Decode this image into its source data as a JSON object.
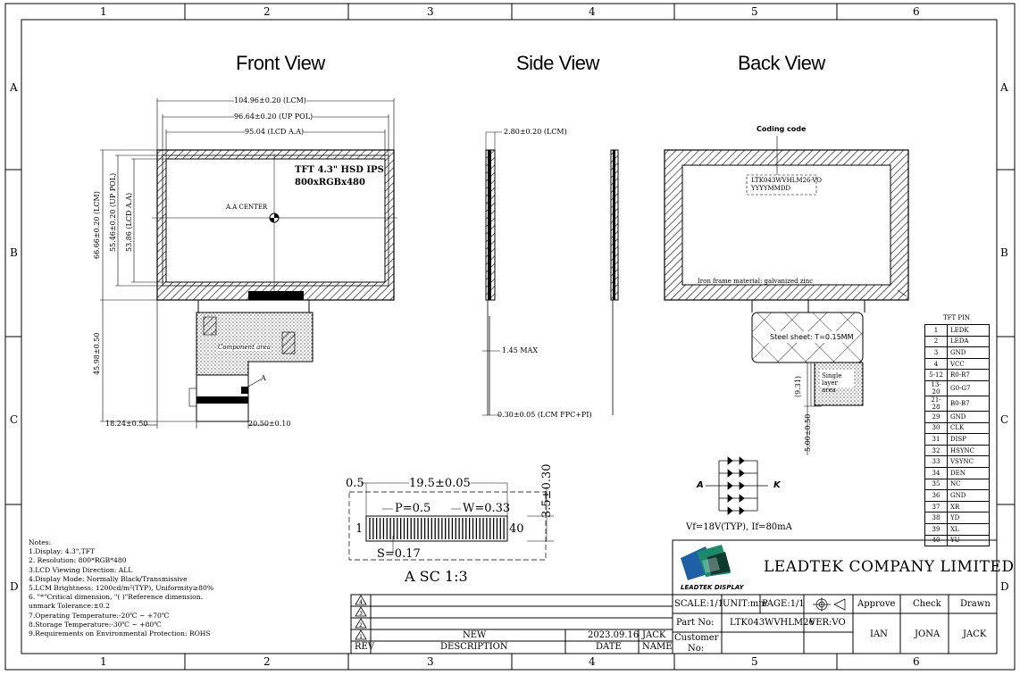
{
  "border": {
    "columns": [
      "1",
      "2",
      "3",
      "4",
      "5",
      "6"
    ],
    "rows": [
      "A",
      "B",
      "C",
      "D"
    ]
  },
  "views": {
    "front": "Front View",
    "side": "Side View",
    "back": "Back View"
  },
  "front": {
    "dim_lcm_w": "104.96±0.20 (LCM)",
    "dim_pol_w": "96.64±0.20 (UP POL)",
    "dim_aa_w": "95.04 (LCD A.A)",
    "dim_lcm_h": "66.66±0.20 (LCM)",
    "dim_pol_h": "55.46±0.20 (UP POL)",
    "dim_aa_h": "53.86 (LCD A.A)",
    "dim_total_h": "45.98±0.50",
    "dim_left": "18.24±0.50",
    "dim_right": "20.50±0.10",
    "product_line1": "TFT 4.3\" HSD IPS",
    "product_line2": "800xRGBx480",
    "aa_center": "A.A CENTER",
    "component_area": "Component area",
    "callout_a": "A"
  },
  "side": {
    "dim_thickness": "2.80±0.20 (LCM)",
    "dim_max": "1.45 MAX",
    "dim_fpc": "0.30±0.05 (LCM FPC+PI)"
  },
  "back": {
    "coding_code": "Coding code",
    "code_line1": "LTK043WVHLM26-VO",
    "code_line2": "YYYYMMDD",
    "iron_frame": "Iron frame material: galvanized zinc",
    "steel_sheet": "Steel sheet: T=0.15MM",
    "single_layer": "Single layer area",
    "dim_931": "(9.31)",
    "dim_500": "5.00±0.50"
  },
  "led": {
    "anode": "A",
    "cathode": "K",
    "spec": "Vf=18V(TYP), If=80mA"
  },
  "detail": {
    "dim_05": "0.5",
    "dim_195": "19.5±0.05",
    "dim_35": "3.5±0.30",
    "pitch": "P=0.5",
    "width": "W=0.33",
    "space": "S=0.17",
    "pin1": "1",
    "pin40": "40",
    "caption": "A SC 1:3"
  },
  "notes": [
    "Notes:",
    "1.Display: 4.3\",TFT",
    "2. Resolution: 800*RGB*480",
    "3.LCD Viewing Direction: ALL",
    "4.Display Mode: Normally Black/Transmissive",
    "5.LCM Brightness: 1200cd/m²(TYP), Uniformity≥80%",
    "6. \"*\"Critical dimension, \"( )\"Reference dimension.",
    "   unmark Tolerance:±0.2",
    "7.Operating Temperature:-20℃ ~ +70℃",
    "8.Storage Temperature:-30℃ ~ +80℃",
    "9.Requirements on Environmental Protection: ROHS"
  ],
  "pin_table": {
    "title": "TFT PIN",
    "rows": [
      [
        "1",
        "LEDK"
      ],
      [
        "2",
        "LEDA"
      ],
      [
        "3",
        "GND"
      ],
      [
        "4",
        "VCC"
      ],
      [
        "5-12",
        "R0-R7"
      ],
      [
        "13-20",
        "G0-G7"
      ],
      [
        "21-28",
        "B0-B7"
      ],
      [
        "29",
        "GND"
      ],
      [
        "30",
        "CLK"
      ],
      [
        "31",
        "DISP"
      ],
      [
        "32",
        "HSYNC"
      ],
      [
        "33",
        "VSYNC"
      ],
      [
        "34",
        "DEN"
      ],
      [
        "35",
        "NC"
      ],
      [
        "36",
        "GND"
      ],
      [
        "37",
        "XR"
      ],
      [
        "38",
        "YD"
      ],
      [
        "39",
        "XL"
      ],
      [
        "40",
        "YU"
      ]
    ]
  },
  "revision": {
    "rev": "REV",
    "description": "DESCRIPTION",
    "date": "DATE",
    "name": "NAME",
    "entry_desc": "NEW",
    "entry_date": "2023.09.16",
    "entry_name": "JACK"
  },
  "title_block": {
    "company": "LEADTEK COMPANY LIMITED",
    "logo_text": "LEADTEK DISPLAY",
    "scale": "SCALE:1/1",
    "unit": "UNIT:mm",
    "page": "PAGE:1/1",
    "part_no_label": "Part No:",
    "part_no": "LTK043WVHLM26",
    "ver": "VER:VO",
    "customer": "Customer",
    "no": "No:",
    "approve": "Approve",
    "check": "Check",
    "drawn": "Drawn",
    "approve_name": "IAN",
    "check_name": "JONA",
    "drawn_name": "JACK"
  },
  "colors": {
    "line": "#000000",
    "logo_green": "#1a8a6a",
    "logo_blue": "#1f5fa8",
    "logo_dark": "#0d3b2e"
  }
}
